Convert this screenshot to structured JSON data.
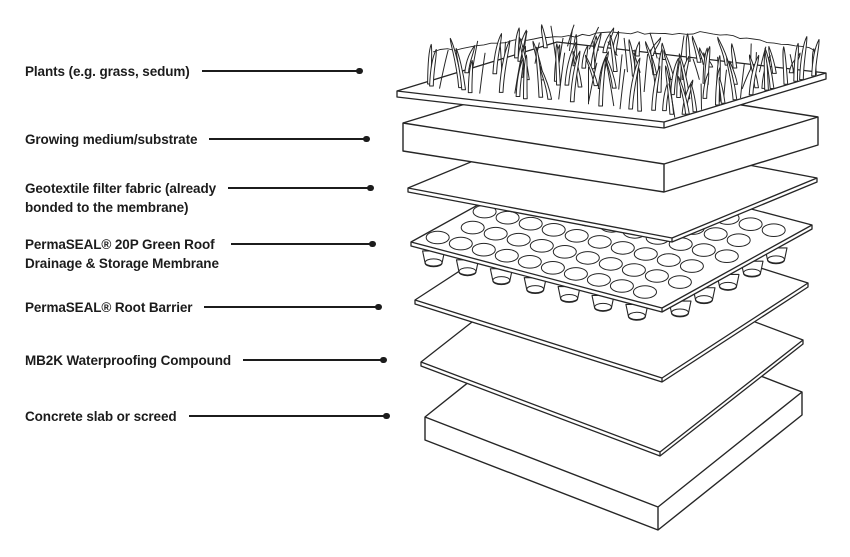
{
  "colors": {
    "ink": "#262626",
    "label_text": "#1c1c1c",
    "background": "#ffffff"
  },
  "labels": [
    {
      "id": "plants",
      "line1": "Plants (e.g. grass, sedum)",
      "line2": ""
    },
    {
      "id": "growing-medium",
      "line1": "Growing medium/substrate",
      "line2": ""
    },
    {
      "id": "geotextile",
      "line1": "Geotextile filter fabric (already",
      "line2": "bonded to the membrane)"
    },
    {
      "id": "drainage",
      "line1": "PermaSEAL® 20P Green Roof",
      "line2": "Drainage & Storage Membrane"
    },
    {
      "id": "root-barrier",
      "line1": "PermaSEAL® Root Barrier",
      "line2": ""
    },
    {
      "id": "waterproofing",
      "line1": "MB2K Waterproofing Compound",
      "line2": ""
    },
    {
      "id": "concrete",
      "line1": "Concrete slab or screed",
      "line2": ""
    }
  ],
  "diagram": {
    "layers": [
      {
        "id": "layer-plants-grass-mat",
        "label": "Plants (e.g. grass, sedum)"
      },
      {
        "id": "layer-growing-medium",
        "label": "Growing medium/substrate"
      },
      {
        "id": "layer-geotextile-filter",
        "label": "Geotextile filter fabric"
      },
      {
        "id": "layer-drainage-membrane",
        "label": "PermaSEAL 20P Green Roof Drainage & Storage Membrane"
      },
      {
        "id": "layer-root-barrier",
        "label": "PermaSEAL Root Barrier"
      },
      {
        "id": "layer-waterproofing-compound",
        "label": "MB2K Waterproofing Compound"
      },
      {
        "id": "layer-concrete-slab",
        "label": "Concrete slab or screed"
      }
    ]
  }
}
